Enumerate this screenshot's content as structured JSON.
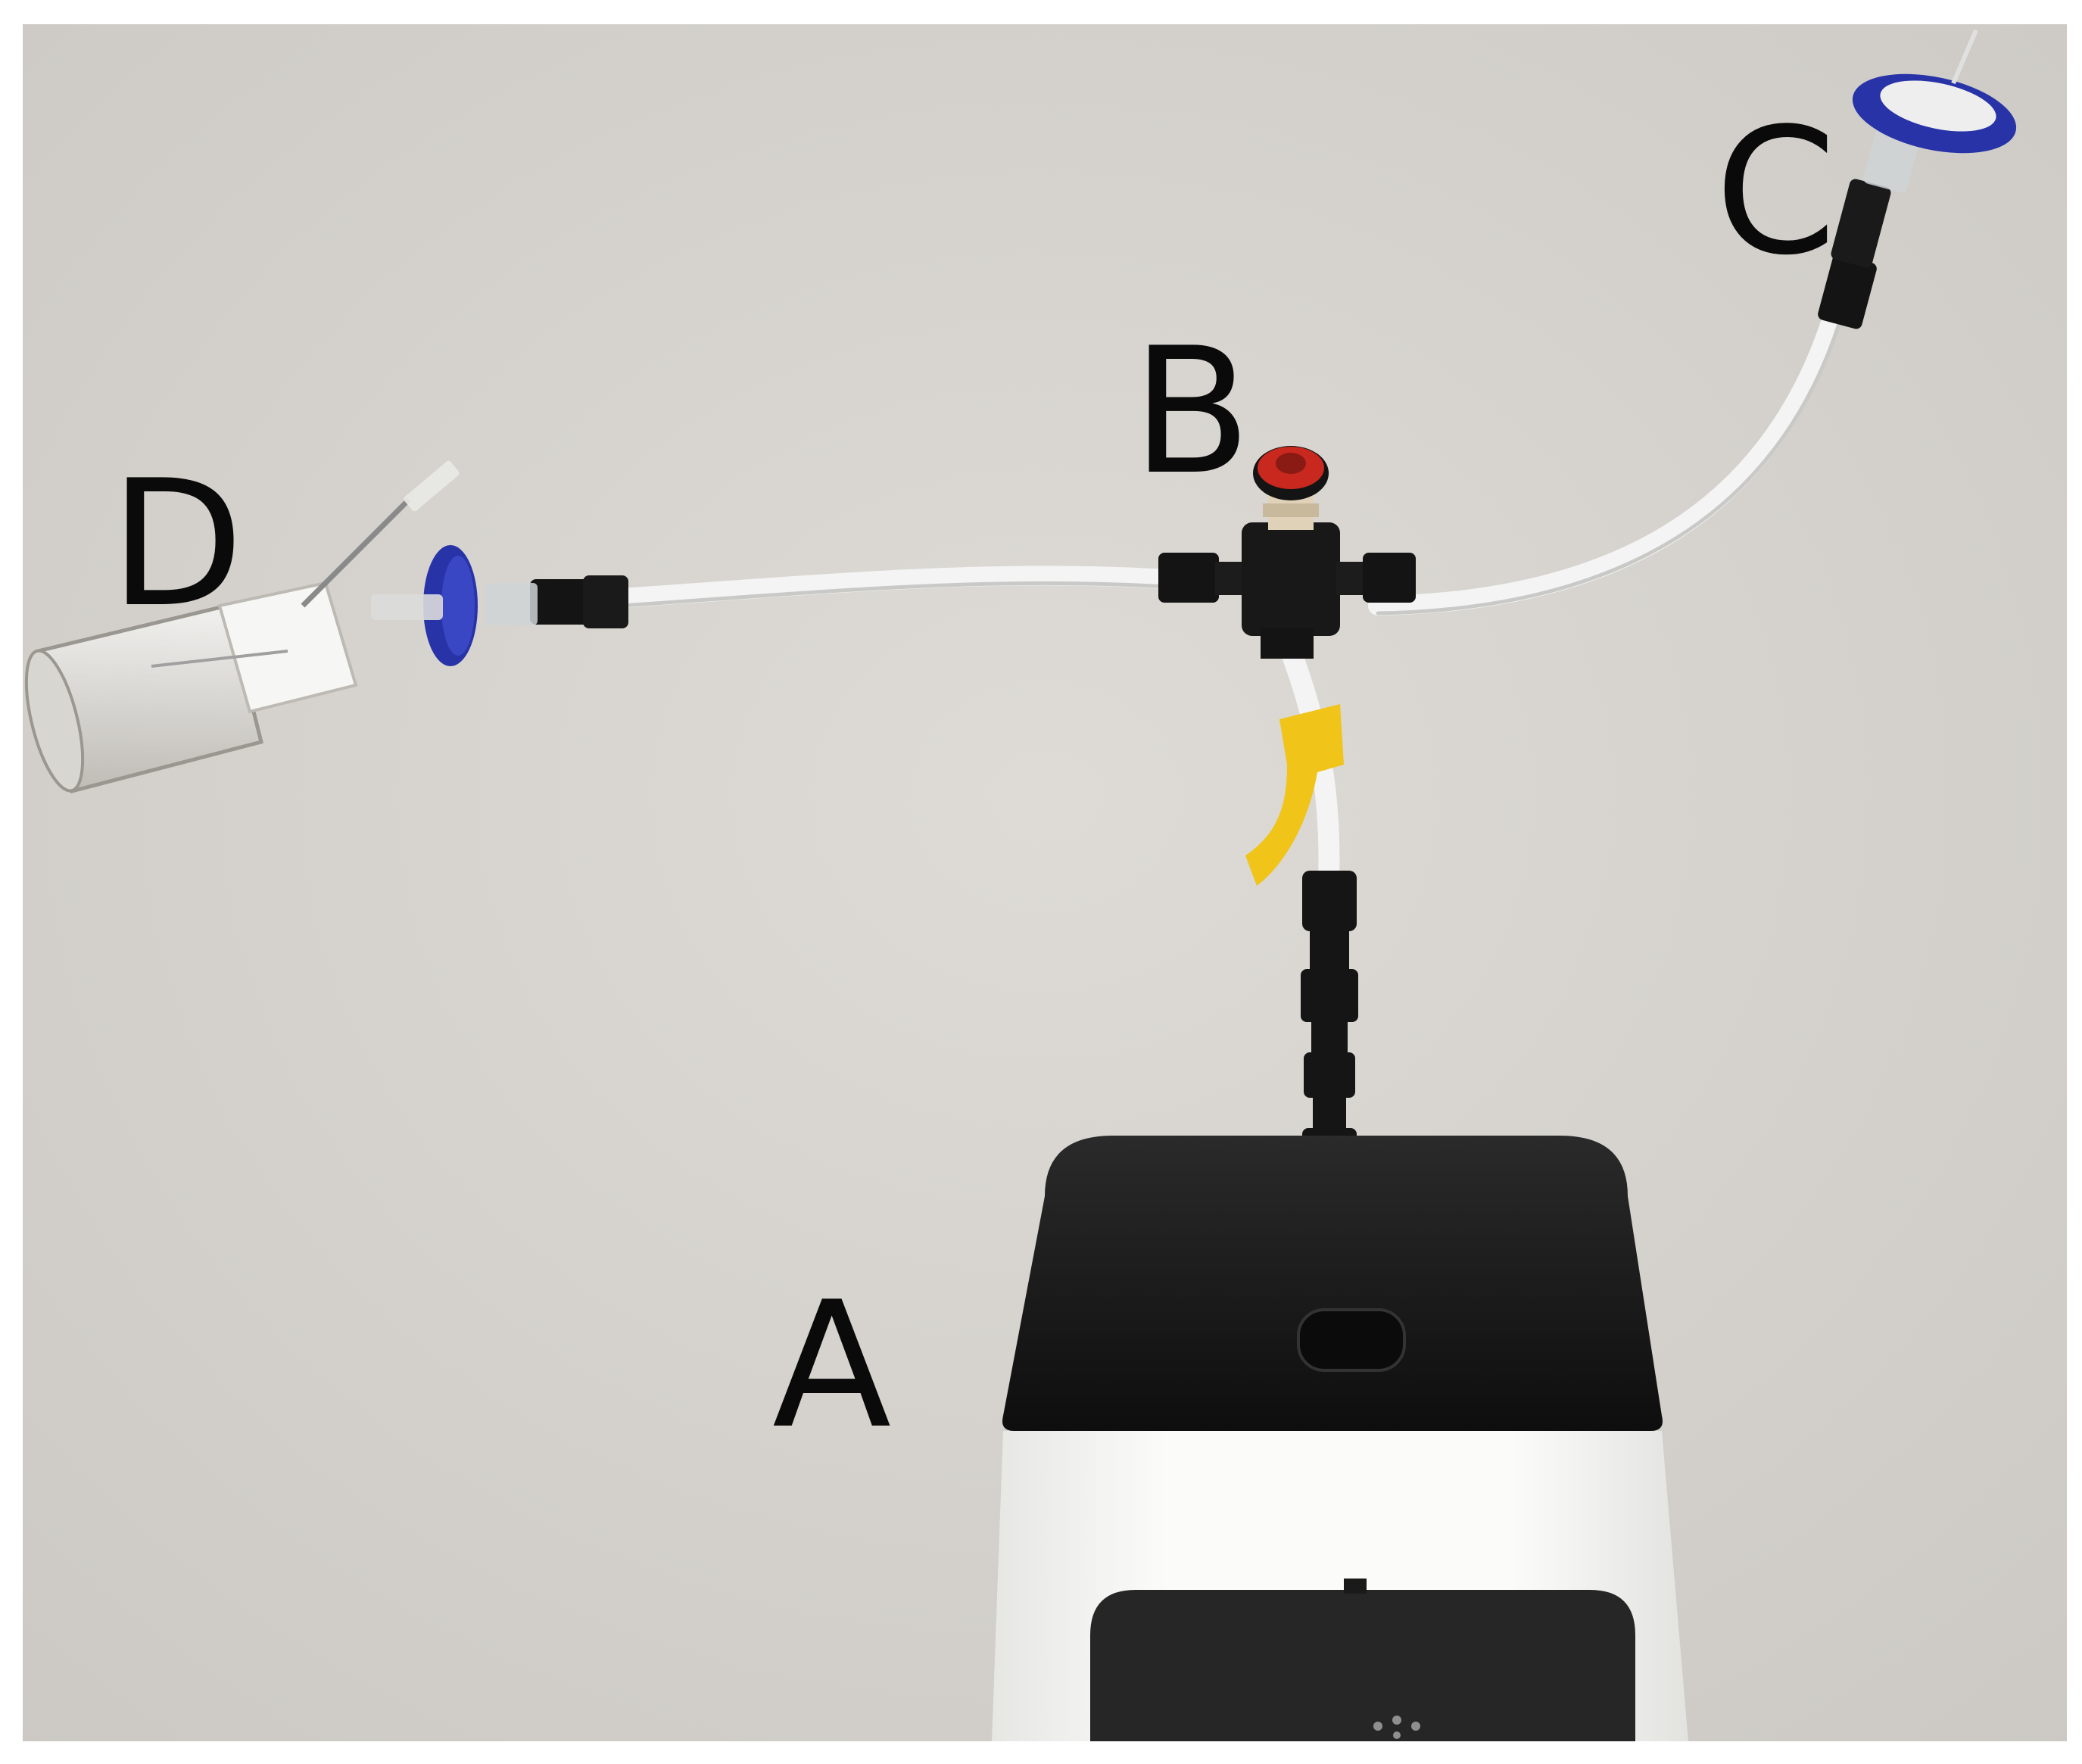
{
  "labels": {
    "a": "A",
    "b": "B",
    "c": "C",
    "d": "D"
  },
  "colors": {
    "background": "#d9d6d1",
    "tubing": "#f2f2f2",
    "fitting": "#141414",
    "filter_membrane": "#2833a8",
    "tape": "#f0c419",
    "valve_knob": "#c8281e",
    "device_body": "#f7f7f5",
    "device_lid": "#161616"
  }
}
